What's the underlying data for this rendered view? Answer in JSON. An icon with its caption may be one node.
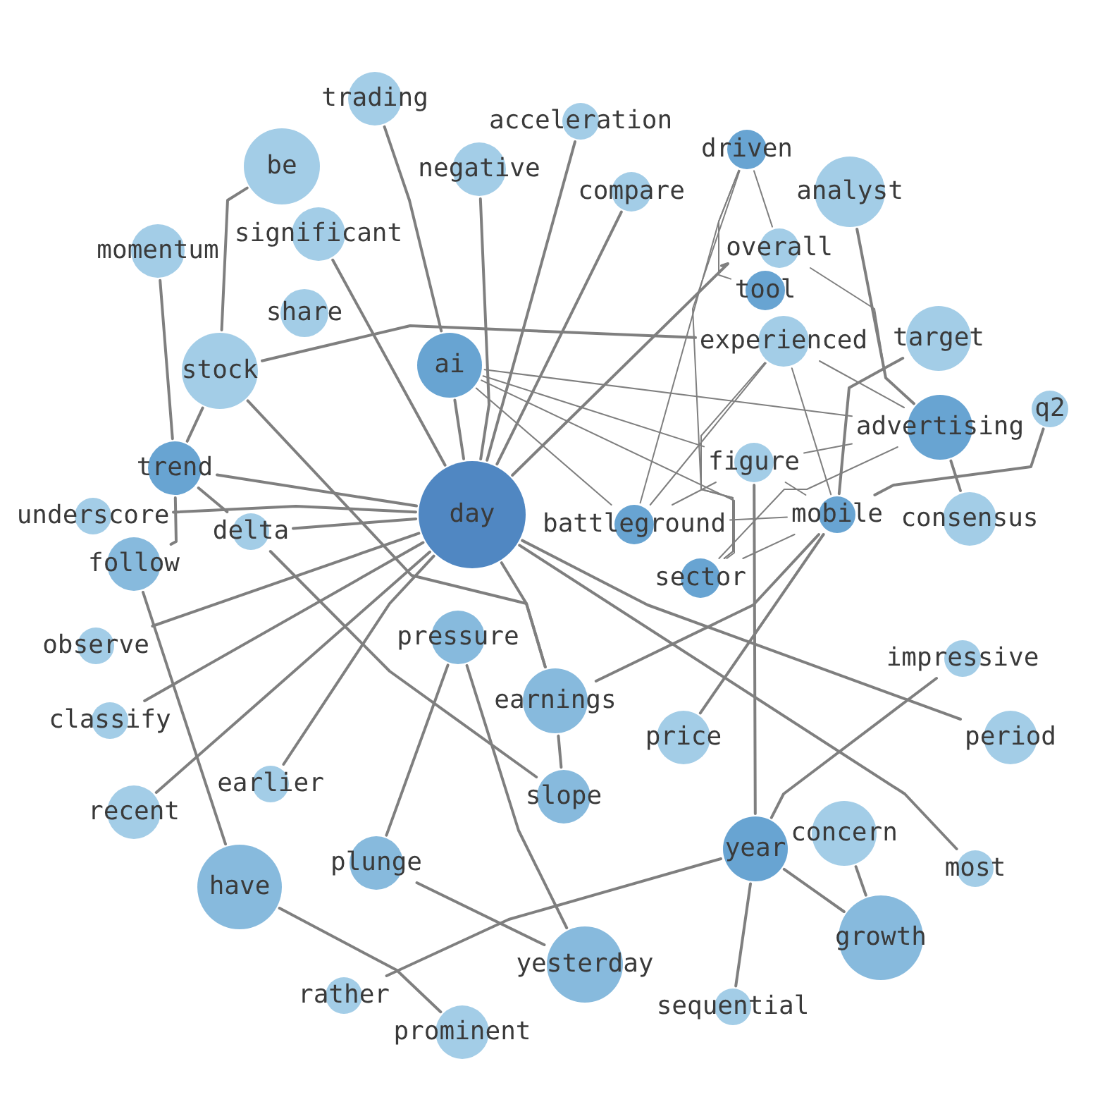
{
  "diagram": {
    "nodes": [
      {
        "text": [
          "trading"
        ]
      },
      {
        "text": [
          "acceleration"
        ]
      },
      {
        "text": [
          "driven"
        ]
      },
      {
        "text": [
          "negative"
        ]
      },
      {
        "text": [
          "be"
        ]
      },
      {
        "text": [
          "analyst"
        ]
      },
      {
        "text": [
          "compare"
        ]
      },
      {
        "text": [
          "significant"
        ]
      },
      {
        "text": [
          "overall"
        ]
      },
      {
        "text": [
          "momentum"
        ]
      },
      {
        "text": [
          "tool"
        ]
      },
      {
        "text": [
          "experienced"
        ]
      },
      {
        "text": [
          "target"
        ]
      },
      {
        "text": [
          "share"
        ]
      },
      {
        "text": [
          "ai"
        ]
      },
      {
        "text": [
          "stock"
        ]
      },
      {
        "text": [
          "advertising"
        ]
      },
      {
        "text": [
          "q2"
        ]
      },
      {
        "text": [
          "trend"
        ]
      },
      {
        "text": [
          "figure"
        ]
      },
      {
        "text": [
          "underscore"
        ]
      },
      {
        "text": [
          "day"
        ]
      },
      {
        "text": [
          "mobile"
        ]
      },
      {
        "text": [
          "consensus"
        ]
      },
      {
        "text": [
          "battleground"
        ]
      },
      {
        "text": [
          "delta"
        ]
      },
      {
        "text": [
          "follow"
        ]
      },
      {
        "text": [
          "sector"
        ]
      },
      {
        "text": [
          "pressure"
        ]
      },
      {
        "text": [
          "observe"
        ]
      },
      {
        "text": [
          "impressive"
        ]
      },
      {
        "text": [
          "earnings"
        ]
      },
      {
        "text": [
          "classify"
        ]
      },
      {
        "text": [
          "price"
        ]
      },
      {
        "text": [
          "period"
        ]
      },
      {
        "text": [
          "earlier"
        ]
      },
      {
        "text": [
          "slope"
        ]
      },
      {
        "text": [
          "concern"
        ]
      },
      {
        "text": [
          "recent"
        ]
      },
      {
        "text": [
          "year"
        ]
      },
      {
        "text": [
          "plunge"
        ]
      },
      {
        "text": [
          "most"
        ]
      },
      {
        "text": [
          "have"
        ]
      },
      {
        "text": [
          "growth"
        ]
      },
      {
        "text": [
          "yesterday"
        ]
      },
      {
        "text": [
          "rather"
        ]
      },
      {
        "text": [
          "sequential"
        ]
      },
      {
        "text": [
          "prominent"
        ]
      }
    ],
    "edges": [
      {
        "from": 9,
        "to": 18,
        "arrow": "none"
      },
      {
        "from": 4,
        "to": 15,
        "arrow": "none"
      },
      {
        "from": 15,
        "to": 18,
        "arrow": "none"
      },
      {
        "from": 18,
        "to": 26,
        "arrow": "none"
      },
      {
        "from": 26,
        "to": 42,
        "arrow": "none"
      },
      {
        "from": 18,
        "to": 25,
        "arrow": "none"
      },
      {
        "from": 25,
        "to": 36,
        "arrow": "none"
      },
      {
        "from": 18,
        "to": 21,
        "arrow": "none"
      },
      {
        "from": 20,
        "to": 21,
        "arrow": "none"
      },
      {
        "from": 25,
        "to": 21,
        "arrow": "none"
      },
      {
        "from": 7,
        "to": 21,
        "arrow": "none"
      },
      {
        "from": 0,
        "to": 14,
        "arrow": "none"
      },
      {
        "from": 14,
        "to": 21,
        "arrow": "none"
      },
      {
        "from": 3,
        "to": 21,
        "arrow": "none"
      },
      {
        "from": 1,
        "to": 21,
        "arrow": "none"
      },
      {
        "from": 6,
        "to": 21,
        "arrow": "none"
      },
      {
        "from": 8,
        "to": 21,
        "arrow": "none"
      },
      {
        "from": 15,
        "to": 11,
        "arrow": "none"
      },
      {
        "from": 15,
        "to": 31,
        "arrow": "none"
      },
      {
        "from": 29,
        "to": 21,
        "arrow": "none"
      },
      {
        "from": 32,
        "to": 21,
        "arrow": "none"
      },
      {
        "from": 38,
        "to": 21,
        "arrow": "none"
      },
      {
        "from": 35,
        "to": 21,
        "arrow": "none"
      },
      {
        "from": 21,
        "to": 31,
        "arrow": "none"
      },
      {
        "from": 31,
        "to": 36,
        "arrow": "none"
      },
      {
        "from": 21,
        "to": 41,
        "arrow": "none"
      },
      {
        "from": 21,
        "to": 34,
        "arrow": "none"
      },
      {
        "from": 28,
        "to": 40,
        "arrow": "none"
      },
      {
        "from": 28,
        "to": 44,
        "arrow": "none"
      },
      {
        "from": 40,
        "to": 44,
        "arrow": "none"
      },
      {
        "from": 42,
        "to": 47,
        "arrow": "none"
      },
      {
        "from": 45,
        "to": 39,
        "arrow": "none"
      },
      {
        "from": 39,
        "to": 46,
        "arrow": "none"
      },
      {
        "from": 39,
        "to": 43,
        "arrow": "none"
      },
      {
        "from": 39,
        "to": 30,
        "arrow": "none"
      },
      {
        "from": 37,
        "to": 43,
        "arrow": "none"
      },
      {
        "from": 19,
        "to": 39,
        "arrow": "none"
      },
      {
        "from": 12,
        "to": 22,
        "arrow": "none"
      },
      {
        "from": 22,
        "to": 33,
        "arrow": "none"
      },
      {
        "from": 5,
        "to": 16,
        "arrow": "none"
      },
      {
        "from": 16,
        "to": 23,
        "arrow": "none"
      },
      {
        "from": 31,
        "to": 22,
        "arrow": "none"
      },
      {
        "from": 22,
        "to": 17,
        "arrow": "none"
      },
      {
        "from": 14,
        "to": 16,
        "arrow": "none"
      },
      {
        "from": 14,
        "to": 19,
        "arrow": "none"
      },
      {
        "from": 19,
        "to": 22,
        "arrow": "none"
      },
      {
        "from": 14,
        "to": 24,
        "arrow": "none"
      },
      {
        "from": 14,
        "to": 27,
        "arrow": "none"
      },
      {
        "from": 2,
        "to": 24,
        "arrow": "none"
      },
      {
        "from": 2,
        "to": 27,
        "arrow": "none"
      },
      {
        "from": 2,
        "to": 10,
        "arrow": "none"
      },
      {
        "from": 11,
        "to": 22,
        "arrow": "none"
      },
      {
        "from": 2,
        "to": 8,
        "arrow": "none"
      },
      {
        "from": 8,
        "to": 16,
        "arrow": "none"
      },
      {
        "from": 11,
        "to": 24,
        "arrow": "none"
      },
      {
        "from": 11,
        "to": 27,
        "arrow": "none"
      },
      {
        "from": 11,
        "to": 16,
        "arrow": "none"
      },
      {
        "from": 19,
        "to": 24,
        "arrow": "none"
      },
      {
        "from": 19,
        "to": 16,
        "arrow": "none"
      },
      {
        "from": 24,
        "to": 22,
        "arrow": "none"
      },
      {
        "from": 27,
        "to": 22,
        "arrow": "none"
      },
      {
        "from": 27,
        "to": 16,
        "arrow": "none"
      }
    ]
  }
}
